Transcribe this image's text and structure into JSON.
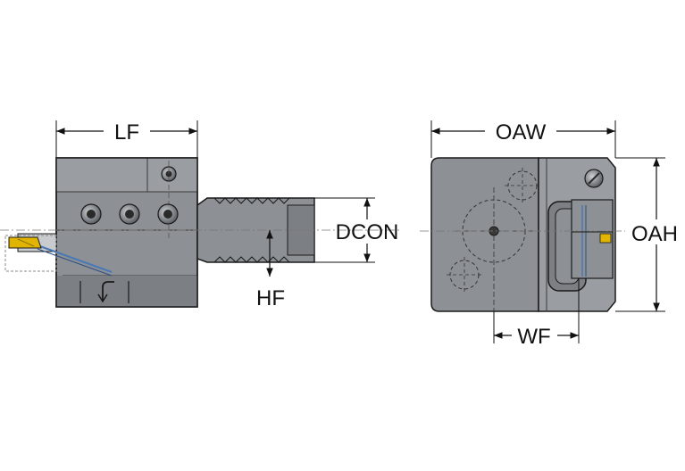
{
  "labels": {
    "lf": "LF",
    "dcon": "DCON",
    "hf": "HF",
    "oaw": "OAW",
    "oah": "OAH",
    "wf": "WF"
  },
  "icons": {
    "screw": "socket-screw-icon",
    "insert": "cutting-insert-icon"
  },
  "colors": {
    "body": "#8d9196",
    "body_dark": "#6e7277",
    "body_light": "#b3b6ba",
    "outline": "#1a1a1a",
    "dimension": "#111111",
    "insert": "#e0b400",
    "coolant": "#4a78b5",
    "background": "#ffffff"
  }
}
